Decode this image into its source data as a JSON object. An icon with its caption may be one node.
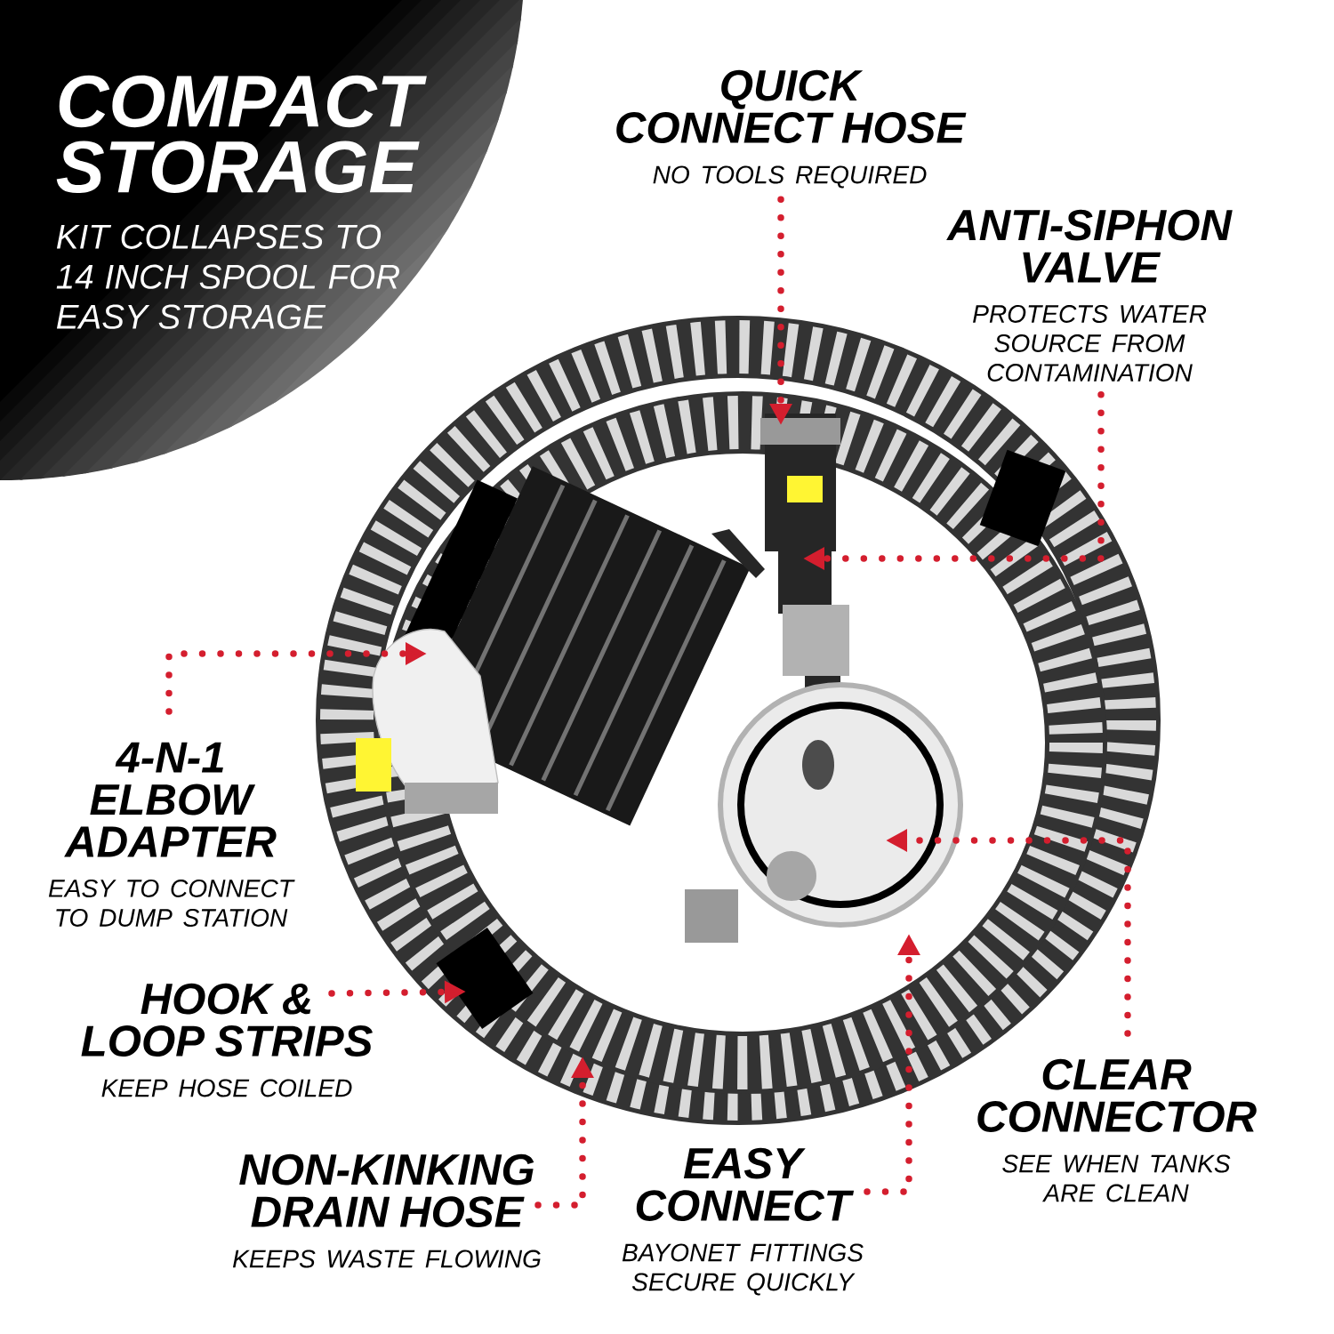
{
  "diagram": {
    "nodes": [
      {
        "text": [
          "COMPACT STORAGE",
          "KIT COLLAPSES TO 14 INCH SPOOL FOR EASY STORAGE"
        ]
      },
      {
        "text": [
          "QUICK CONNECT HOSE",
          "NO TOOLS REQUIRED"
        ]
      },
      {
        "text": [
          "ANTI-SIPHON VALVE",
          "PROTECTS WATER SOURCE FROM CONTAMINATION"
        ]
      },
      {
        "text": [
          "4-N-1 ELBOW ADAPTER",
          "EASY TO CONNECT TO DUMP STATION"
        ]
      },
      {
        "text": [
          "HOOK & LOOP STRIPS",
          "KEEP HOSE COILED"
        ]
      },
      {
        "text": [
          "NON-KINKING DRAIN HOSE",
          "KEEPS WASTE FLOWING"
        ]
      },
      {
        "text": [
          "EASY CONNECT",
          "BAYONET FITTINGS SECURE QUICKLY"
        ]
      },
      {
        "text": [
          "CLEAR CONNECTOR",
          "SEE WHEN TANKS ARE CLEAN"
        ]
      }
    ],
    "edges": [
      {
        "from": 1,
        "to": null,
        "arrow": "to",
        "style": "dashed"
      },
      {
        "from": 2,
        "to": null,
        "arrow": "to",
        "style": "dashed"
      },
      {
        "from": 3,
        "to": null,
        "arrow": "to",
        "style": "dashed"
      },
      {
        "from": 4,
        "to": null,
        "arrow": "to",
        "style": "dashed"
      },
      {
        "from": 5,
        "to": null,
        "arrow": "to",
        "style": "dashed"
      },
      {
        "from": 6,
        "to": null,
        "arrow": "to",
        "style": "dashed"
      },
      {
        "from": 7,
        "to": null,
        "arrow": "to",
        "style": "dashed"
      }
    ]
  }
}
